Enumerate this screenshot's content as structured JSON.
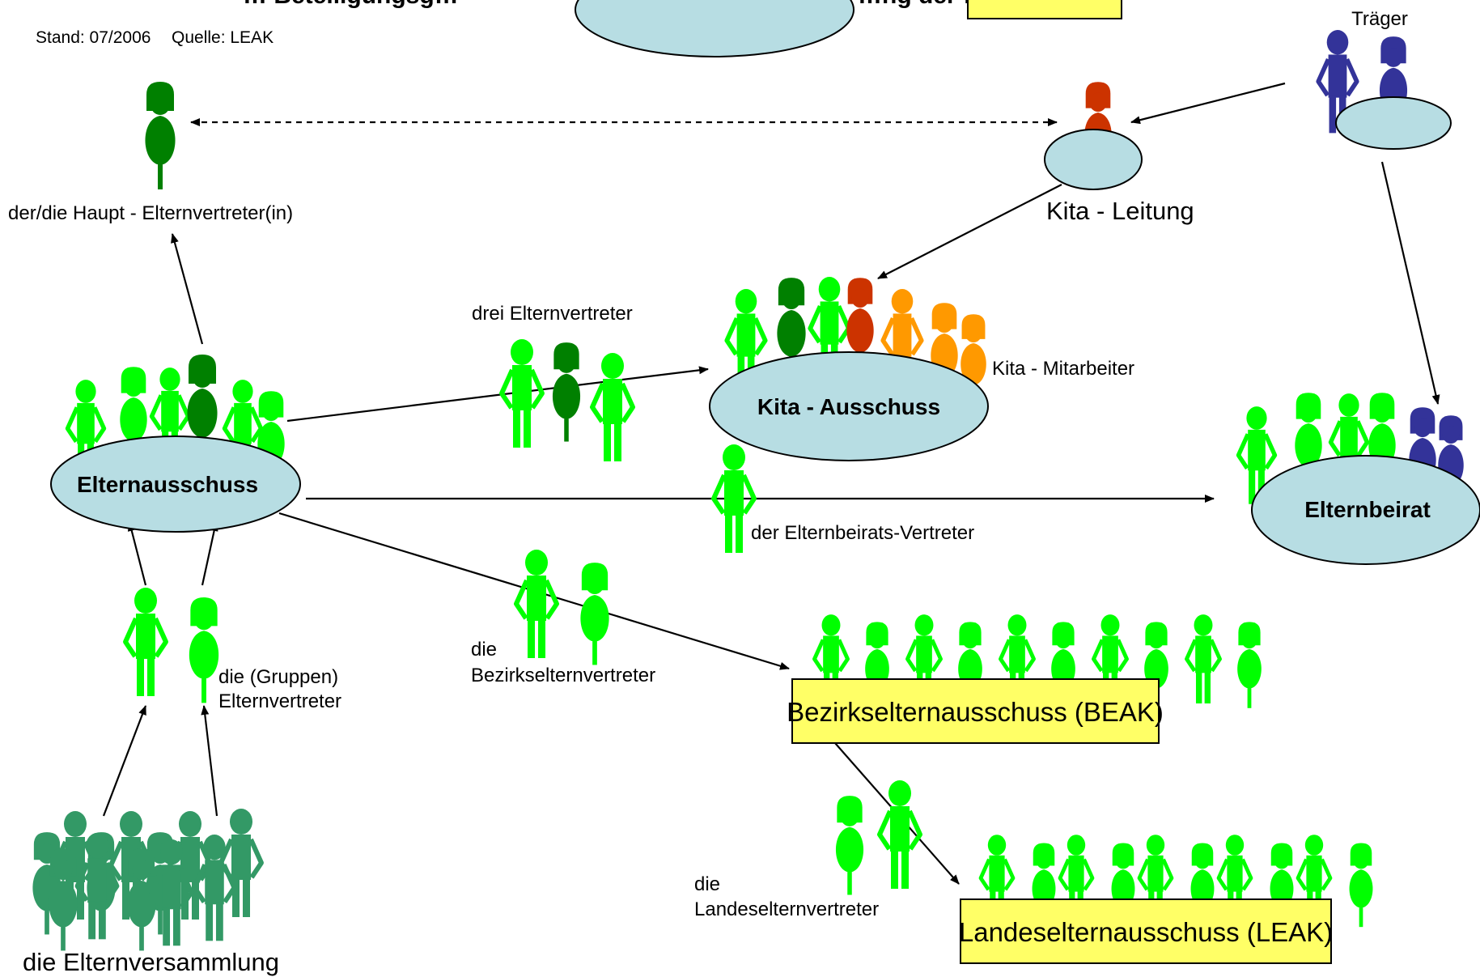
{
  "title": {
    "left": "… Beteiligungsg…",
    "right": "…ng der …"
  },
  "meta": {
    "stand": "Stand: 07/2006",
    "quelle": "Quelle:  LEAK"
  },
  "labels": {
    "traeger": "Träger",
    "haupt": "der/die Haupt - Elternvertreter(in)",
    "kita_leitung": "Kita - Leitung",
    "drei": "drei Elternvertreter",
    "kita_mitarbeiter": "Kita - Mitarbeiter",
    "elternbeirats_vertreter": "der Elternbeirats-Vertreter",
    "bezirks_1": "die",
    "bezirks_2": "Bezirkselternvertreter",
    "gruppen_1": "die (Gruppen)",
    "gruppen_2": "Elternvertreter",
    "landes_1": "die",
    "landes_2": "Landeselternvertreter",
    "versammlung": "die Elternversammlung"
  },
  "nodes": {
    "elternausschuss": "Elternausschuss",
    "kita_ausschuss": "Kita - Ausschuss",
    "elternbeirat": "Elternbeirat",
    "beak": "Bezirkselternausschuss (BEAK)",
    "leak": "Landeselternausschuss (LEAK)"
  },
  "colors": {
    "parent_green": "#00ff00",
    "representative_green": "#008000",
    "assembly_green": "#339966",
    "leitung_red": "#cc3300",
    "staff_orange": "#ff9900",
    "traeger_blue": "#333399",
    "oval_fill": "#b7dde3",
    "box_fill": "#ffff66"
  },
  "figure_kinds": {
    "man": "standing-man-icon",
    "woman": "standing-woman-icon"
  }
}
